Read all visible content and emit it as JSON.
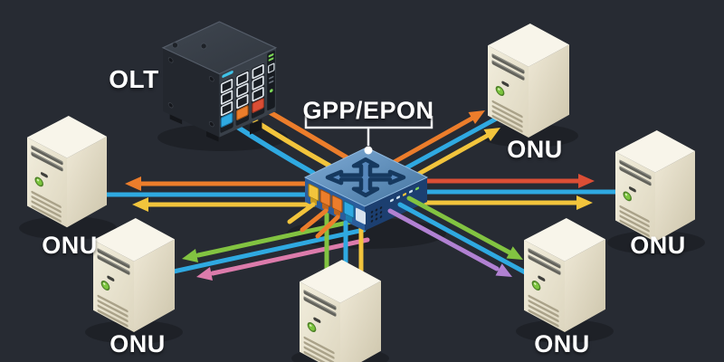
{
  "diagram": {
    "background": "#272b33",
    "olt": {
      "label": "OLT",
      "type": "optical-line-terminal"
    },
    "splitter": {
      "label": "GPP/EPON",
      "type": "splitter-switch"
    },
    "onus": [
      {
        "id": "onu-left",
        "label": "ONU"
      },
      {
        "id": "onu-top-right",
        "label": "ONU"
      },
      {
        "id": "onu-right",
        "label": "ONU"
      },
      {
        "id": "onu-bottom-left",
        "label": "ONU"
      },
      {
        "id": "onu-bottom-center",
        "label": ""
      },
      {
        "id": "onu-bottom-right",
        "label": "ONU"
      }
    ],
    "link_colors": {
      "red": "#db4e35",
      "orange": "#ec7d2b",
      "yellow": "#f2c43c",
      "blue": "#2fa9e1",
      "green": "#82c341",
      "pink": "#dc7bab",
      "purple": "#b181d2",
      "cyan": "#3fc3e8",
      "led_green": "#7ed957"
    },
    "links": [
      {
        "from": "olt",
        "to": "splitter",
        "colors": [
          "orange",
          "yellow",
          "blue"
        ]
      },
      {
        "from": "splitter",
        "to": "onu-left",
        "colors": [
          "orange",
          "blue",
          "yellow"
        ]
      },
      {
        "from": "splitter",
        "to": "onu-top-right",
        "colors": [
          "orange",
          "blue",
          "yellow"
        ]
      },
      {
        "from": "splitter",
        "to": "onu-right",
        "colors": [
          "red",
          "blue",
          "yellow"
        ]
      },
      {
        "from": "splitter",
        "to": "onu-bottom-left",
        "colors": [
          "green",
          "blue",
          "pink"
        ]
      },
      {
        "from": "splitter",
        "to": "onu-bottom-center",
        "colors": [
          "green",
          "blue",
          "yellow"
        ]
      },
      {
        "from": "splitter",
        "to": "onu-bottom-right",
        "colors": [
          "green",
          "blue",
          "purple"
        ]
      }
    ]
  }
}
